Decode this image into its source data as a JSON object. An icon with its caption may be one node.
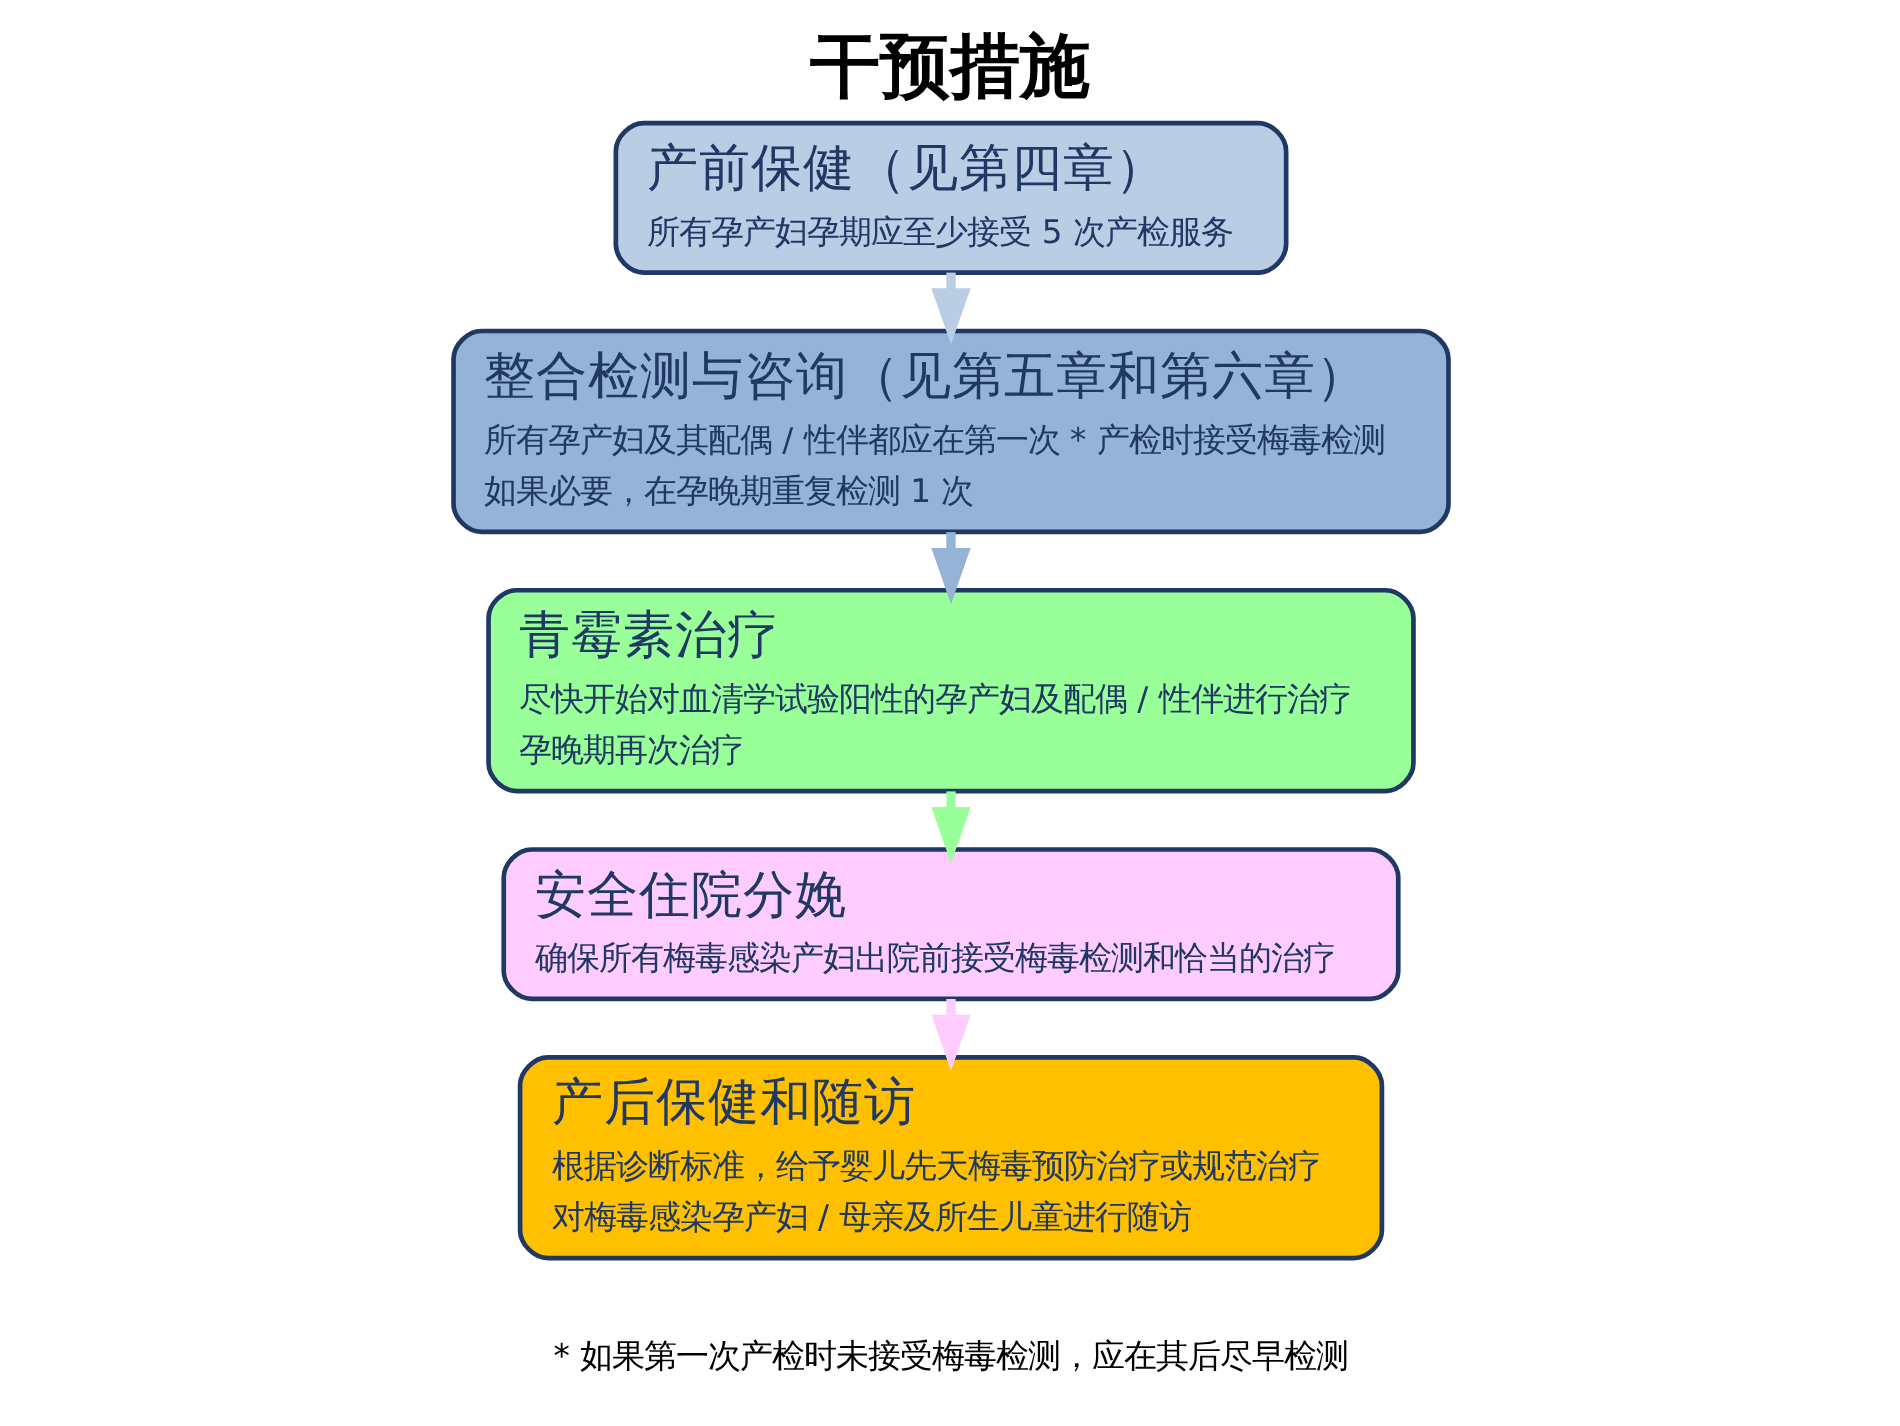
{
  "diagram": {
    "title": "干预措施",
    "nodes": [
      {
        "text": [
          "产前保健（见第四章）",
          "所有孕产妇孕期应至少接受 5 次产检服务"
        ]
      },
      {
        "text": [
          "整合检测与咨询（见第五章和第六章）",
          "所有孕产妇及其配偶 / 性伴都应在第一次 * 产检时接受梅毒检测",
          "如果必要，在孕晚期重复检测 1 次"
        ]
      },
      {
        "text": [
          "青霉素治疗",
          "尽快开始对血清学试验阳性的孕产妇及配偶 / 性伴进行治疗",
          "孕晚期再次治疗"
        ]
      },
      {
        "text": [
          "安全住院分娩",
          "确保所有梅毒感染产妇出院前接受梅毒检测和恰当的治疗"
        ]
      },
      {
        "text": [
          "产后保健和随访",
          "根据诊断标准，给予婴儿先天梅毒预防治疗或规范治疗",
          "对梅毒感染孕产妇 / 母亲及所生儿童进行随访"
        ]
      }
    ],
    "edges": [
      {
        "from": 0,
        "to": 1,
        "arrow": "to",
        "color": "#b9cde5"
      },
      {
        "from": 1,
        "to": 2,
        "arrow": "to",
        "color": "#95b3d7"
      },
      {
        "from": 2,
        "to": 3,
        "arrow": "to",
        "color": "#99ff99"
      },
      {
        "from": 3,
        "to": 4,
        "arrow": "to",
        "color": "#ffccff"
      }
    ],
    "labels": [
      "* 如果第一次产检时未接受梅毒检测，应在其后尽早检测"
    ]
  }
}
